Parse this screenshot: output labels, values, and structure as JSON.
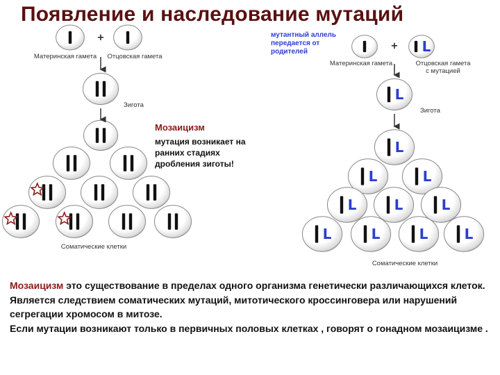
{
  "title": "Появление и наследование мутаций",
  "left": {
    "maternal_gamete": "Материнская гамета",
    "paternal_gamete": "Отцовская гамета",
    "zygote": "Зигота",
    "somatic_cells": "Соматические клетки"
  },
  "mosaic_note": {
    "heading": "Мозаицизм",
    "text": "мутация возникает на ранних стадиях дробления зиготы!"
  },
  "right": {
    "note": "мутантный аллель передается от родителей",
    "maternal_gamete": "Материнская гамета",
    "paternal_gamete": "Отцовская гамета с мутацией",
    "zygote": "Зигота",
    "somatic_cells": "Соматические клетки",
    "mutant_allele_letter": "L"
  },
  "plus_sign": "+",
  "bottom": {
    "term": "Мозаицизм",
    "definition": " это существование в пределах одного организма генетически различающихся клеток. Является следствием соматических мутаций, митотического кроссинговера или нарушений сегрегации хромосом в митозе.",
    "gonadal": "Если мутации возникают только в первичных половых клетках , говорят о гонадном мозаицизме ."
  },
  "colors": {
    "title": "#5a1010",
    "accent_red": "#8b1a1a",
    "mutant_blue": "#2b3fd0",
    "star": "#8b1a1a"
  }
}
